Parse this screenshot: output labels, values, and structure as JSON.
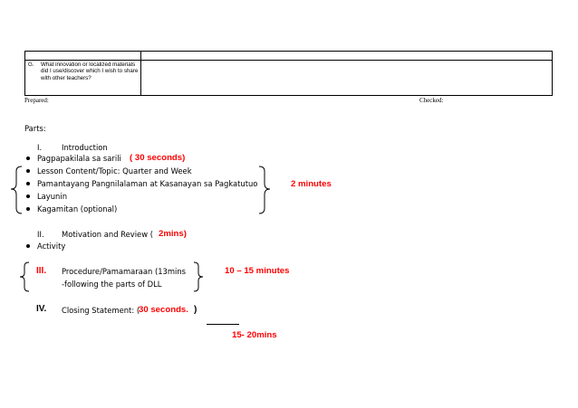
{
  "dll_table": {
    "row_g_letter": "G.",
    "row_g_question": "What innovation or localized materials did I use/discover which I wish to share with other teachers?"
  },
  "signoff": {
    "prepared": "Prepared:",
    "checked": "Checked:"
  },
  "parts": {
    "heading": "Parts:",
    "introduction": {
      "numeral": "I.",
      "title": "Introduction",
      "items": [
        "Pagpapakilala sa sarili",
        "Lesson Content/Topic: Quarter and Week",
        "Pamantayang Pangnilalaman at Kasanayan sa Pagkatutuo",
        "Layunin",
        "Kagamitan (optional)"
      ],
      "self_intro_time": "( 30 seconds)",
      "group_time": "2 minutes"
    },
    "motivation": {
      "numeral": "II.",
      "title": "Motivation and Review (",
      "time": "2mins)",
      "items": [
        "Activity"
      ]
    },
    "procedure": {
      "numeral": "III.",
      "title": "Procedure/Pamamaraan (13mins",
      "subtitle": "-following the parts of DLL",
      "time": "10 – 15 minutes"
    },
    "closing": {
      "numeral": "IV.",
      "title": "Closing Statement: (",
      "time": "30 seconds.",
      "close_paren": ")"
    },
    "total_time": "15-  20mins"
  }
}
